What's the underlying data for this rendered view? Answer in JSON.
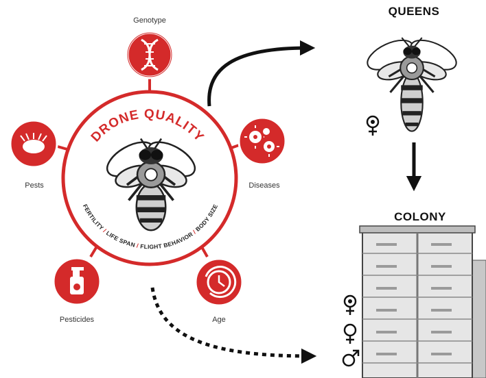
{
  "colors": {
    "accent": "#d42a2a",
    "dark": "#1a1a1a",
    "gray": "#9a9a9a"
  },
  "center": {
    "title": "DRONE QUALITY",
    "traits": [
      "FERTILITY",
      "LIFE SPAN",
      "FLIGHT BEHAVIOR",
      "BODY SIZE"
    ],
    "separator": "/"
  },
  "factors": [
    {
      "label": "Genotype",
      "icon": "dna-icon"
    },
    {
      "label": "Diseases",
      "icon": "virus-icon"
    },
    {
      "label": "Age",
      "icon": "clock-icon"
    },
    {
      "label": "Pesticides",
      "icon": "spray-bottle-icon"
    },
    {
      "label": "Pests",
      "icon": "mite-icon"
    }
  ],
  "queens": {
    "title": "QUEENS",
    "symbols": [
      "female-with-dot-symbol"
    ]
  },
  "colony": {
    "title": "COLONY",
    "symbols": [
      "female-with-dot-symbol",
      "female-symbol",
      "male-symbol"
    ]
  }
}
